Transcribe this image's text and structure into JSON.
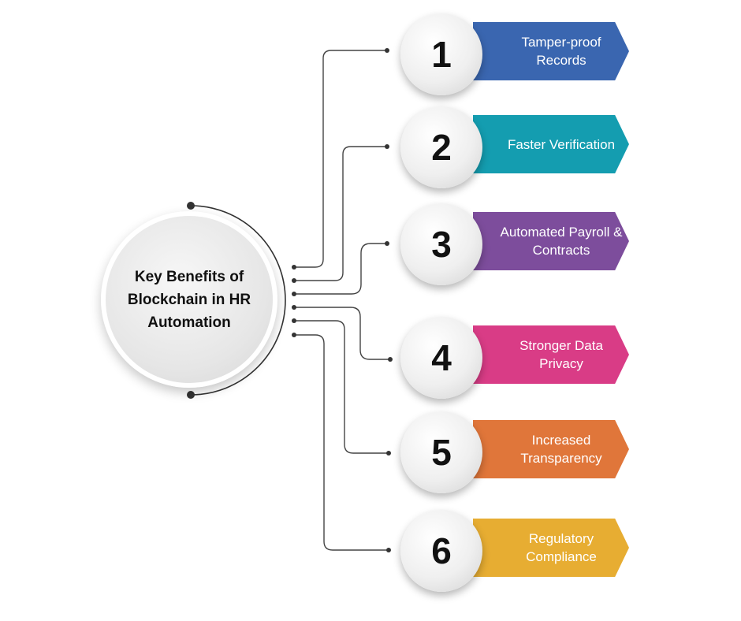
{
  "hub": {
    "title": "Key Benefits of Blockchain in HR Automation"
  },
  "benefits": [
    {
      "number": "1",
      "label": "Tamper-proof Records",
      "color": "#3a66b0"
    },
    {
      "number": "2",
      "label": "Faster Verification",
      "color": "#149db0"
    },
    {
      "number": "3",
      "label": "Automated Payroll & Contracts",
      "color": "#7d4d9c"
    },
    {
      "number": "4",
      "label": "Stronger Data Privacy",
      "color": "#d93c86"
    },
    {
      "number": "5",
      "label": "Increased Transparency",
      "color": "#e0763a"
    },
    {
      "number": "6",
      "label": "Regulatory Compliance",
      "color": "#e7ad32"
    }
  ]
}
